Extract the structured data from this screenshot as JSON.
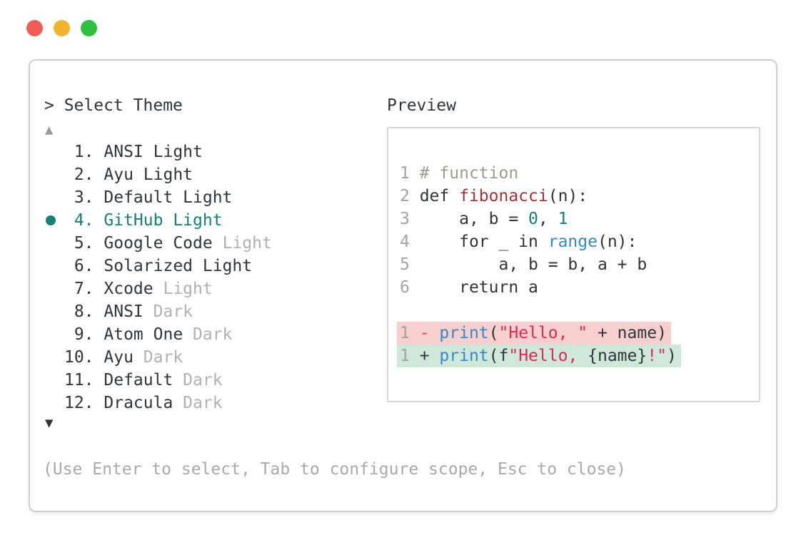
{
  "window_controls": {
    "close": "close",
    "minimize": "minimize",
    "zoom": "zoom"
  },
  "dialog": {
    "title": "> Select Theme",
    "scroll_up_icon": "▲",
    "scroll_down_icon": "▼",
    "help_text": "(Use Enter to select, Tab to configure scope, Esc to close)",
    "theme_list": {
      "selected_number": "4",
      "items": [
        {
          "number": "1",
          "label": "ANSI Light",
          "muted_suffix": "",
          "selected": false
        },
        {
          "number": "2",
          "label": "Ayu Light",
          "muted_suffix": "",
          "selected": false
        },
        {
          "number": "3",
          "label": "Default Light",
          "muted_suffix": "",
          "selected": false
        },
        {
          "number": "4",
          "label": "GitHub Light",
          "muted_suffix": "",
          "selected": true
        },
        {
          "number": "5",
          "label": "Google Code",
          "muted_suffix": " Light",
          "selected": false
        },
        {
          "number": "6",
          "label": "Solarized Light",
          "muted_suffix": "",
          "selected": false
        },
        {
          "number": "7",
          "label": "Xcode",
          "muted_suffix": " Light",
          "selected": false
        },
        {
          "number": "8",
          "label": "ANSI",
          "muted_suffix": " Dark",
          "selected": false
        },
        {
          "number": "9",
          "label": "Atom One",
          "muted_suffix": " Dark",
          "selected": false
        },
        {
          "number": "10",
          "label": "Ayu",
          "muted_suffix": " Dark",
          "selected": false
        },
        {
          "number": "11",
          "label": "Default",
          "muted_suffix": " Dark",
          "selected": false
        },
        {
          "number": "12",
          "label": "Dracula",
          "muted_suffix": " Dark",
          "selected": false
        }
      ]
    },
    "preview": {
      "label": "Preview",
      "code_lines": [
        {
          "num": "1",
          "segments": [
            {
              "t": "# function",
              "c": "comment"
            }
          ]
        },
        {
          "num": "2",
          "segments": [
            {
              "t": "def ",
              "c": "text"
            },
            {
              "t": "fibonacci",
              "c": "func"
            },
            {
              "t": "(n):",
              "c": "text"
            }
          ]
        },
        {
          "num": "3",
          "segments": [
            {
              "t": "    a, b = ",
              "c": "text"
            },
            {
              "t": "0",
              "c": "num"
            },
            {
              "t": ", ",
              "c": "text"
            },
            {
              "t": "1",
              "c": "num"
            }
          ]
        },
        {
          "num": "4",
          "segments": [
            {
              "t": "    for _ in ",
              "c": "text"
            },
            {
              "t": "range",
              "c": "builtin"
            },
            {
              "t": "(n):",
              "c": "text"
            }
          ]
        },
        {
          "num": "5",
          "segments": [
            {
              "t": "        a, b = b, a + b",
              "c": "text"
            }
          ]
        },
        {
          "num": "6",
          "segments": [
            {
              "t": "    return a",
              "c": "text"
            }
          ]
        }
      ],
      "diff_lines": [
        {
          "num": "1",
          "kind": "removed",
          "segments": [
            {
              "t": "- ",
              "c": "marker-removed"
            },
            {
              "t": "print",
              "c": "builtin"
            },
            {
              "t": "(",
              "c": "text"
            },
            {
              "t": "\"Hello, \"",
              "c": "string"
            },
            {
              "t": " + name)",
              "c": "text"
            }
          ]
        },
        {
          "num": "1",
          "kind": "added",
          "segments": [
            {
              "t": "+ ",
              "c": "text"
            },
            {
              "t": "print",
              "c": "builtin"
            },
            {
              "t": "(f",
              "c": "text"
            },
            {
              "t": "\"Hello, ",
              "c": "string"
            },
            {
              "t": "{name}",
              "c": "text"
            },
            {
              "t": "!\"",
              "c": "string"
            },
            {
              "t": ")",
              "c": "text"
            }
          ]
        }
      ]
    }
  },
  "colors": {
    "accent_teal": "#15807a",
    "text_dark": "#303539",
    "text_muted": "#b1b1b1",
    "line_number_gray": "#a3a3a3",
    "comment_green": "#9c9c8e",
    "function_red": "#a23434",
    "number_teal": "#15807a",
    "builtin_blue": "#3689c2",
    "string_crimson": "#d92b55",
    "marker_removed_red": "#d6455c",
    "removed_bg": "#f8cfcf",
    "added_bg": "#cfe8da",
    "close_red": "#f05c54",
    "minimize_yellow": "#f3b42d",
    "zoom_green": "#2fc03d"
  }
}
